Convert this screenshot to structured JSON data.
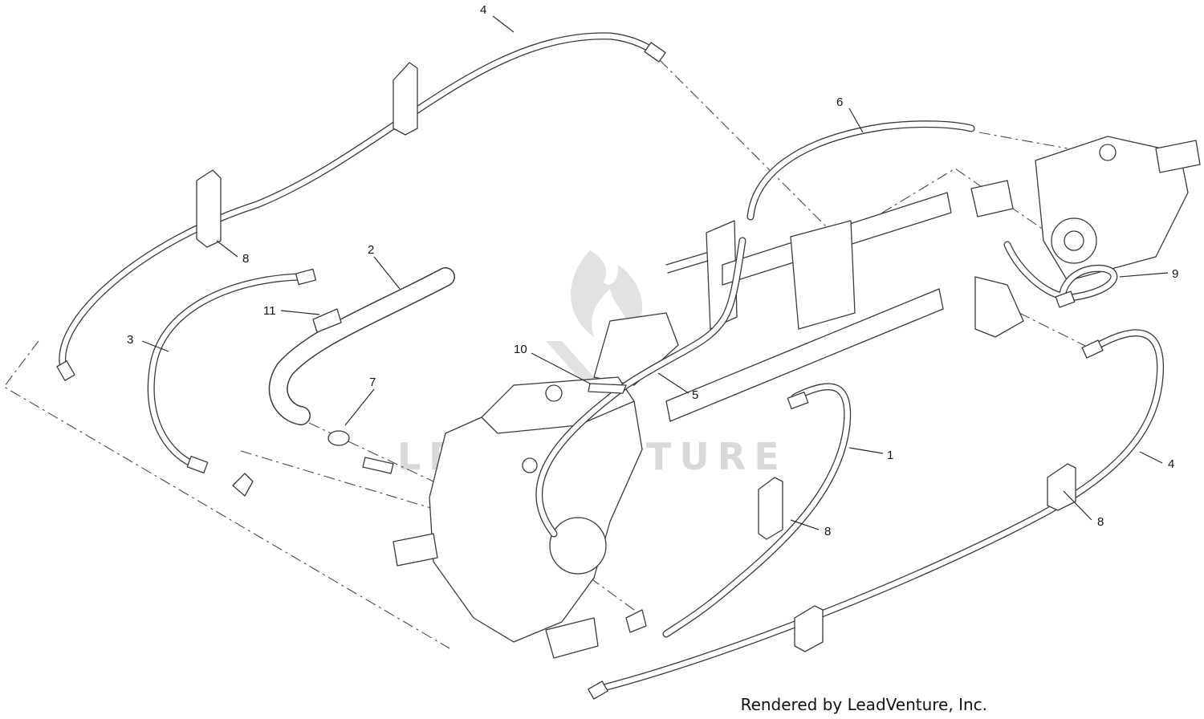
{
  "watermark": {
    "text": "LEADVENTURE"
  },
  "footer": {
    "credit": "Rendered by LeadVenture, Inc."
  },
  "callouts": [
    {
      "id": "c4a",
      "label": "4"
    },
    {
      "id": "c6",
      "label": "6"
    },
    {
      "id": "c8a",
      "label": "8"
    },
    {
      "id": "c2",
      "label": "2"
    },
    {
      "id": "c11",
      "label": "11"
    },
    {
      "id": "c3",
      "label": "3"
    },
    {
      "id": "c10",
      "label": "10"
    },
    {
      "id": "c7",
      "label": "7"
    },
    {
      "id": "c5",
      "label": "5"
    },
    {
      "id": "c9",
      "label": "9"
    },
    {
      "id": "c1",
      "label": "1"
    },
    {
      "id": "c4b",
      "label": "4"
    },
    {
      "id": "c8b",
      "label": "8"
    },
    {
      "id": "c8c",
      "label": "8"
    }
  ]
}
